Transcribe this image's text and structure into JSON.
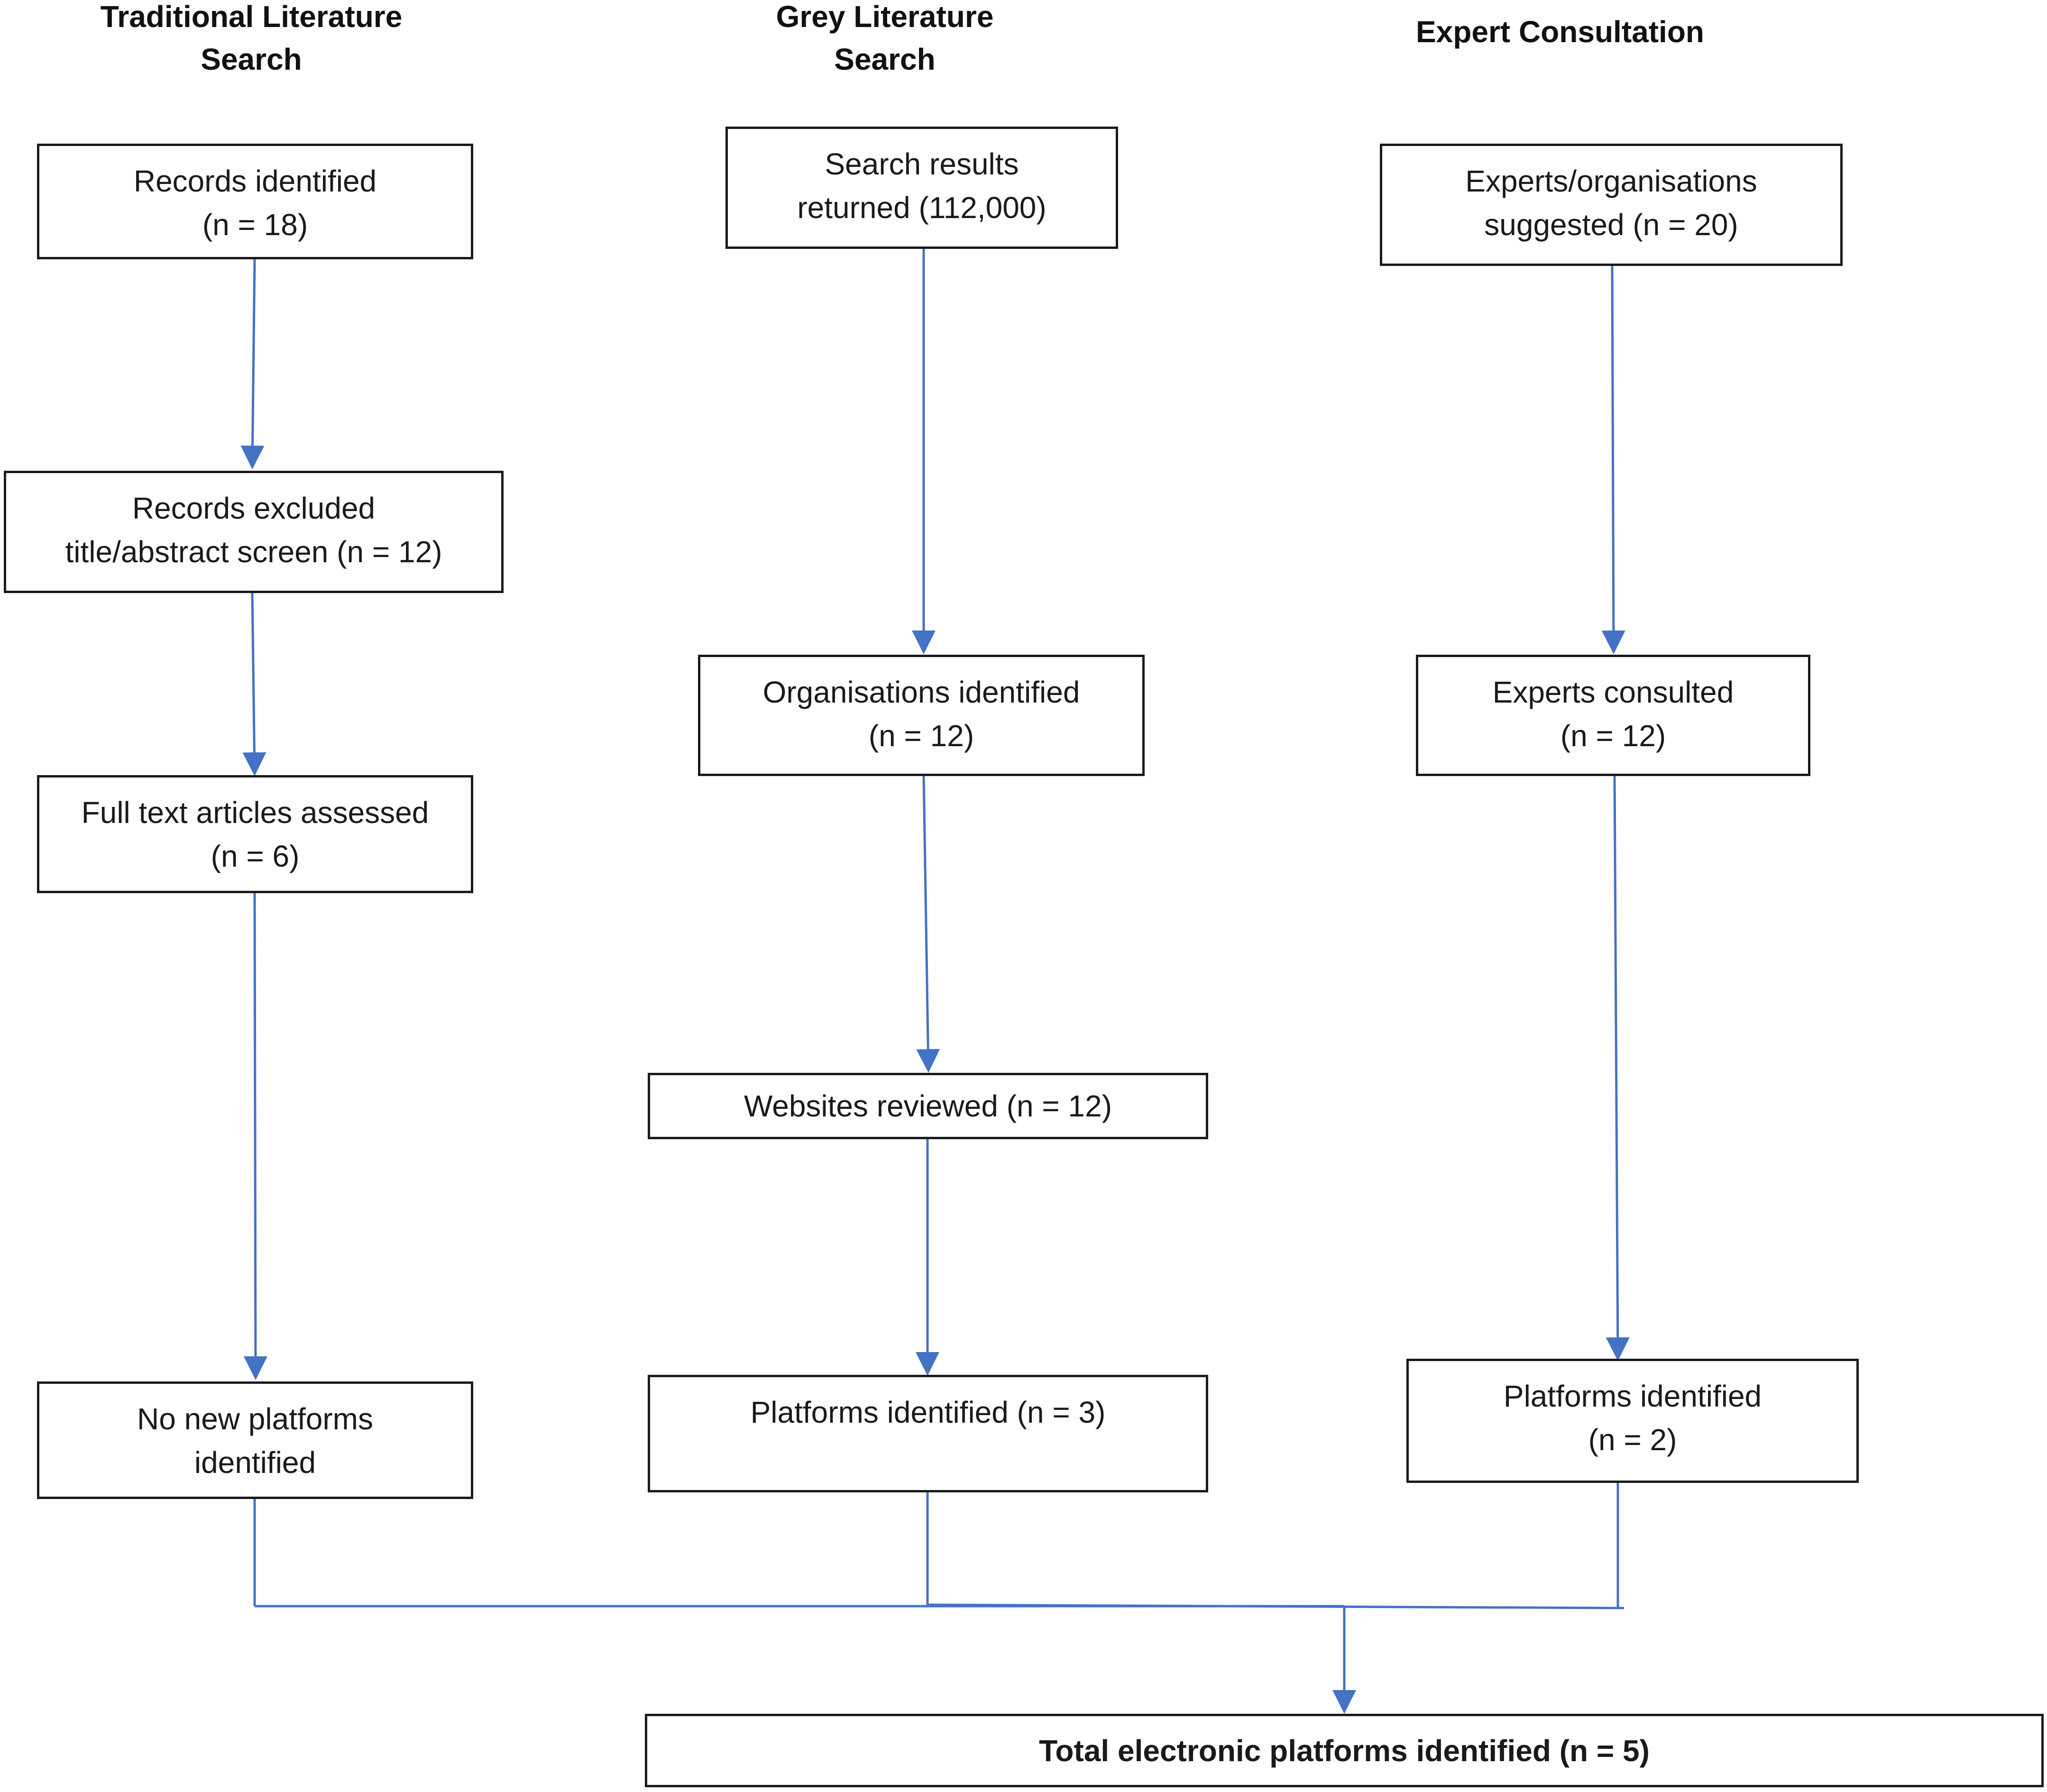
{
  "headers": {
    "traditional": "Traditional Literature\nSearch",
    "grey": "Grey Literature\nSearch",
    "expert": "Expert Consultation"
  },
  "boxes": {
    "records_identified": "Records identified\n(n = 18)",
    "records_excluded": "Records excluded\ntitle/abstract screen (n = 12)",
    "full_text": "Full text articles assessed\n(n = 6)",
    "no_new": "No new platforms\nidentified",
    "search_results": "Search results\nreturned (112,000)",
    "organisations": "Organisations identified\n(n = 12)",
    "websites": "Websites reviewed (n = 12)",
    "platforms_grey": "Platforms identified (n = 3)",
    "experts_suggested": "Experts/organisations\nsuggested (n = 20)",
    "experts_consulted": "Experts consulted\n(n = 12)",
    "platforms_expert": "Platforms identified\n(n = 2)",
    "total": "Total electronic platforms identified (n = 5)"
  },
  "colors": {
    "arrow": "#4472c4",
    "border": "#1a1a1a"
  }
}
